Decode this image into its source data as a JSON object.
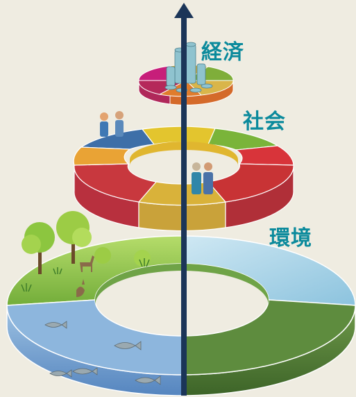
{
  "labels": {
    "economy": "経済",
    "society": "社会",
    "environment": "環境"
  },
  "colors": {
    "background": "#efece1",
    "label": "#0b8a9c",
    "arrow": "#1b3558",
    "society_segments": [
      "#3e6fa8",
      "#e3c52e",
      "#7ab43a",
      "#d8343a",
      "#c83335",
      "#d9b23a",
      "#c8383e",
      "#e9a335",
      "#e08a2f"
    ],
    "economy_segments": [
      "#c71e7a",
      "#e0b030",
      "#7fae3a",
      "#d9b54a",
      "#e07c2c",
      "#b5285a"
    ],
    "environment_land": "#86c248",
    "environment_water": "#6f9fd1",
    "environment_sky": "#a8d4ea",
    "environment_forest": "#4e7a35"
  },
  "icons": [
    "coin-stack-icon",
    "people-icon",
    "tree-icon",
    "deer-icon",
    "rabbit-icon",
    "fish-icon",
    "grass-icon"
  ]
}
